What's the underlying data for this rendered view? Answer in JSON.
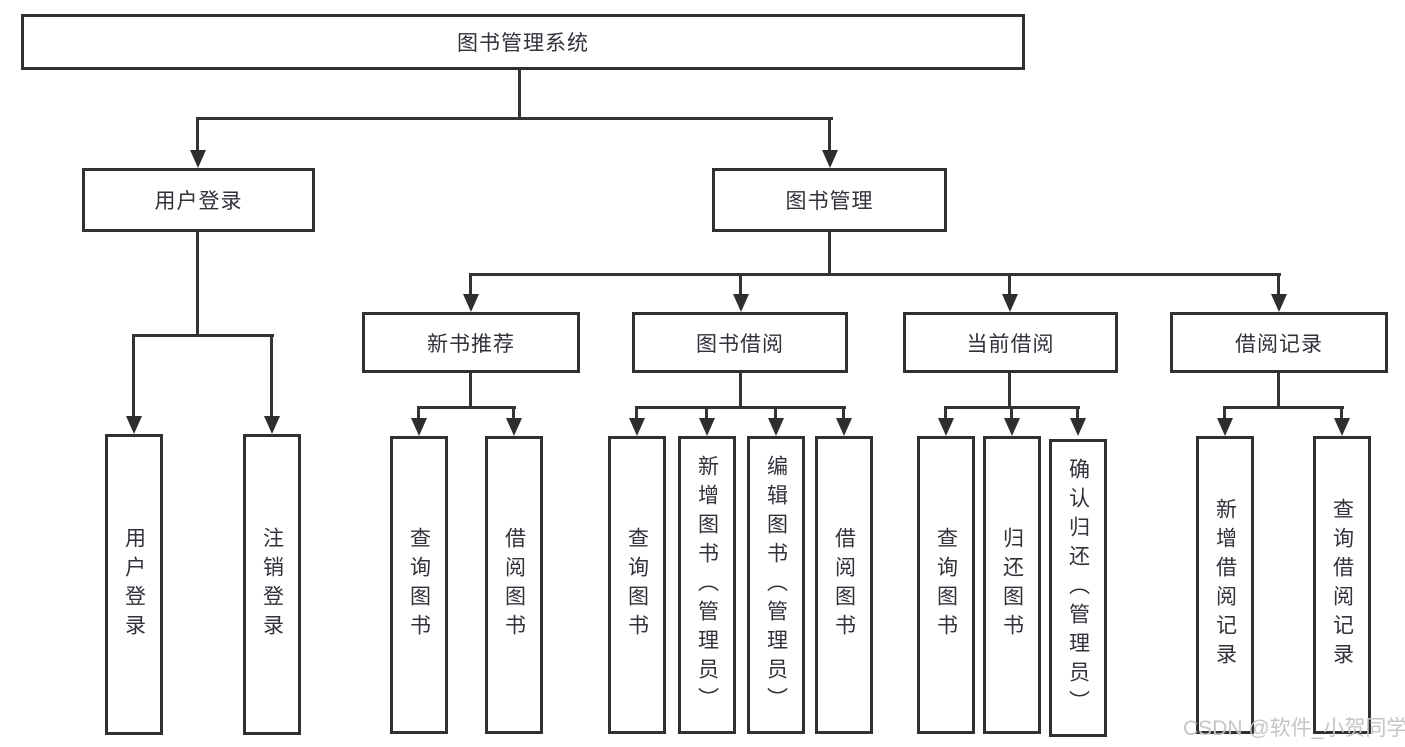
{
  "diagram": {
    "type": "hierarchy-chart",
    "root": {
      "label": "图书管理系统"
    },
    "branches": [
      {
        "label": "用户登录",
        "children": [
          {
            "label": "用户登录"
          },
          {
            "label": "注销登录"
          }
        ]
      },
      {
        "label": "图书管理",
        "children": [
          {
            "label": "新书推荐",
            "children": [
              {
                "label": "查询图书"
              },
              {
                "label": "借阅图书"
              }
            ]
          },
          {
            "label": "图书借阅",
            "children": [
              {
                "label": "查询图书"
              },
              {
                "label": "新增图书（管理员）"
              },
              {
                "label": "编辑图书（管理员）"
              },
              {
                "label": "借阅图书"
              }
            ]
          },
          {
            "label": "当前借阅",
            "children": [
              {
                "label": "查询图书"
              },
              {
                "label": "归还图书"
              },
              {
                "label": "确认归还（管理员）"
              }
            ]
          },
          {
            "label": "借阅记录",
            "children": [
              {
                "label": "新增借阅记录"
              },
              {
                "label": "查询借阅记录"
              }
            ]
          }
        ]
      }
    ]
  },
  "watermark": {
    "text": "CSDN @软件_小贺同学"
  },
  "colors": {
    "line": "#343434",
    "border": "#303030",
    "text": "#31323a",
    "background": "#ffffff",
    "watermark": "#c8c4c1"
  }
}
